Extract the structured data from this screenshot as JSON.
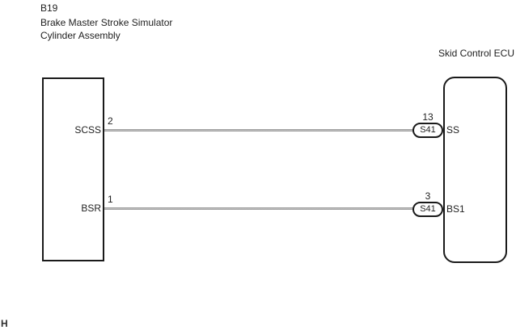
{
  "diagram": {
    "connector_id": "B19",
    "component_name_line1": "Brake Master Stroke Simulator",
    "component_name_line2": "Cylinder Assembly",
    "ecu_name": "Skid Control ECU",
    "page_marker": "H"
  },
  "wires": [
    {
      "left_terminal": "SCSS",
      "left_pin": "2",
      "right_pin": "13",
      "right_connector": "S41",
      "right_terminal": "SS"
    },
    {
      "left_terminal": "BSR",
      "left_pin": "1",
      "right_pin": "3",
      "right_connector": "S41",
      "right_terminal": "BS1"
    }
  ],
  "colors": {
    "outline": "#1a1a1a",
    "wire": "#9a9a9a",
    "background": "#ffffff"
  }
}
